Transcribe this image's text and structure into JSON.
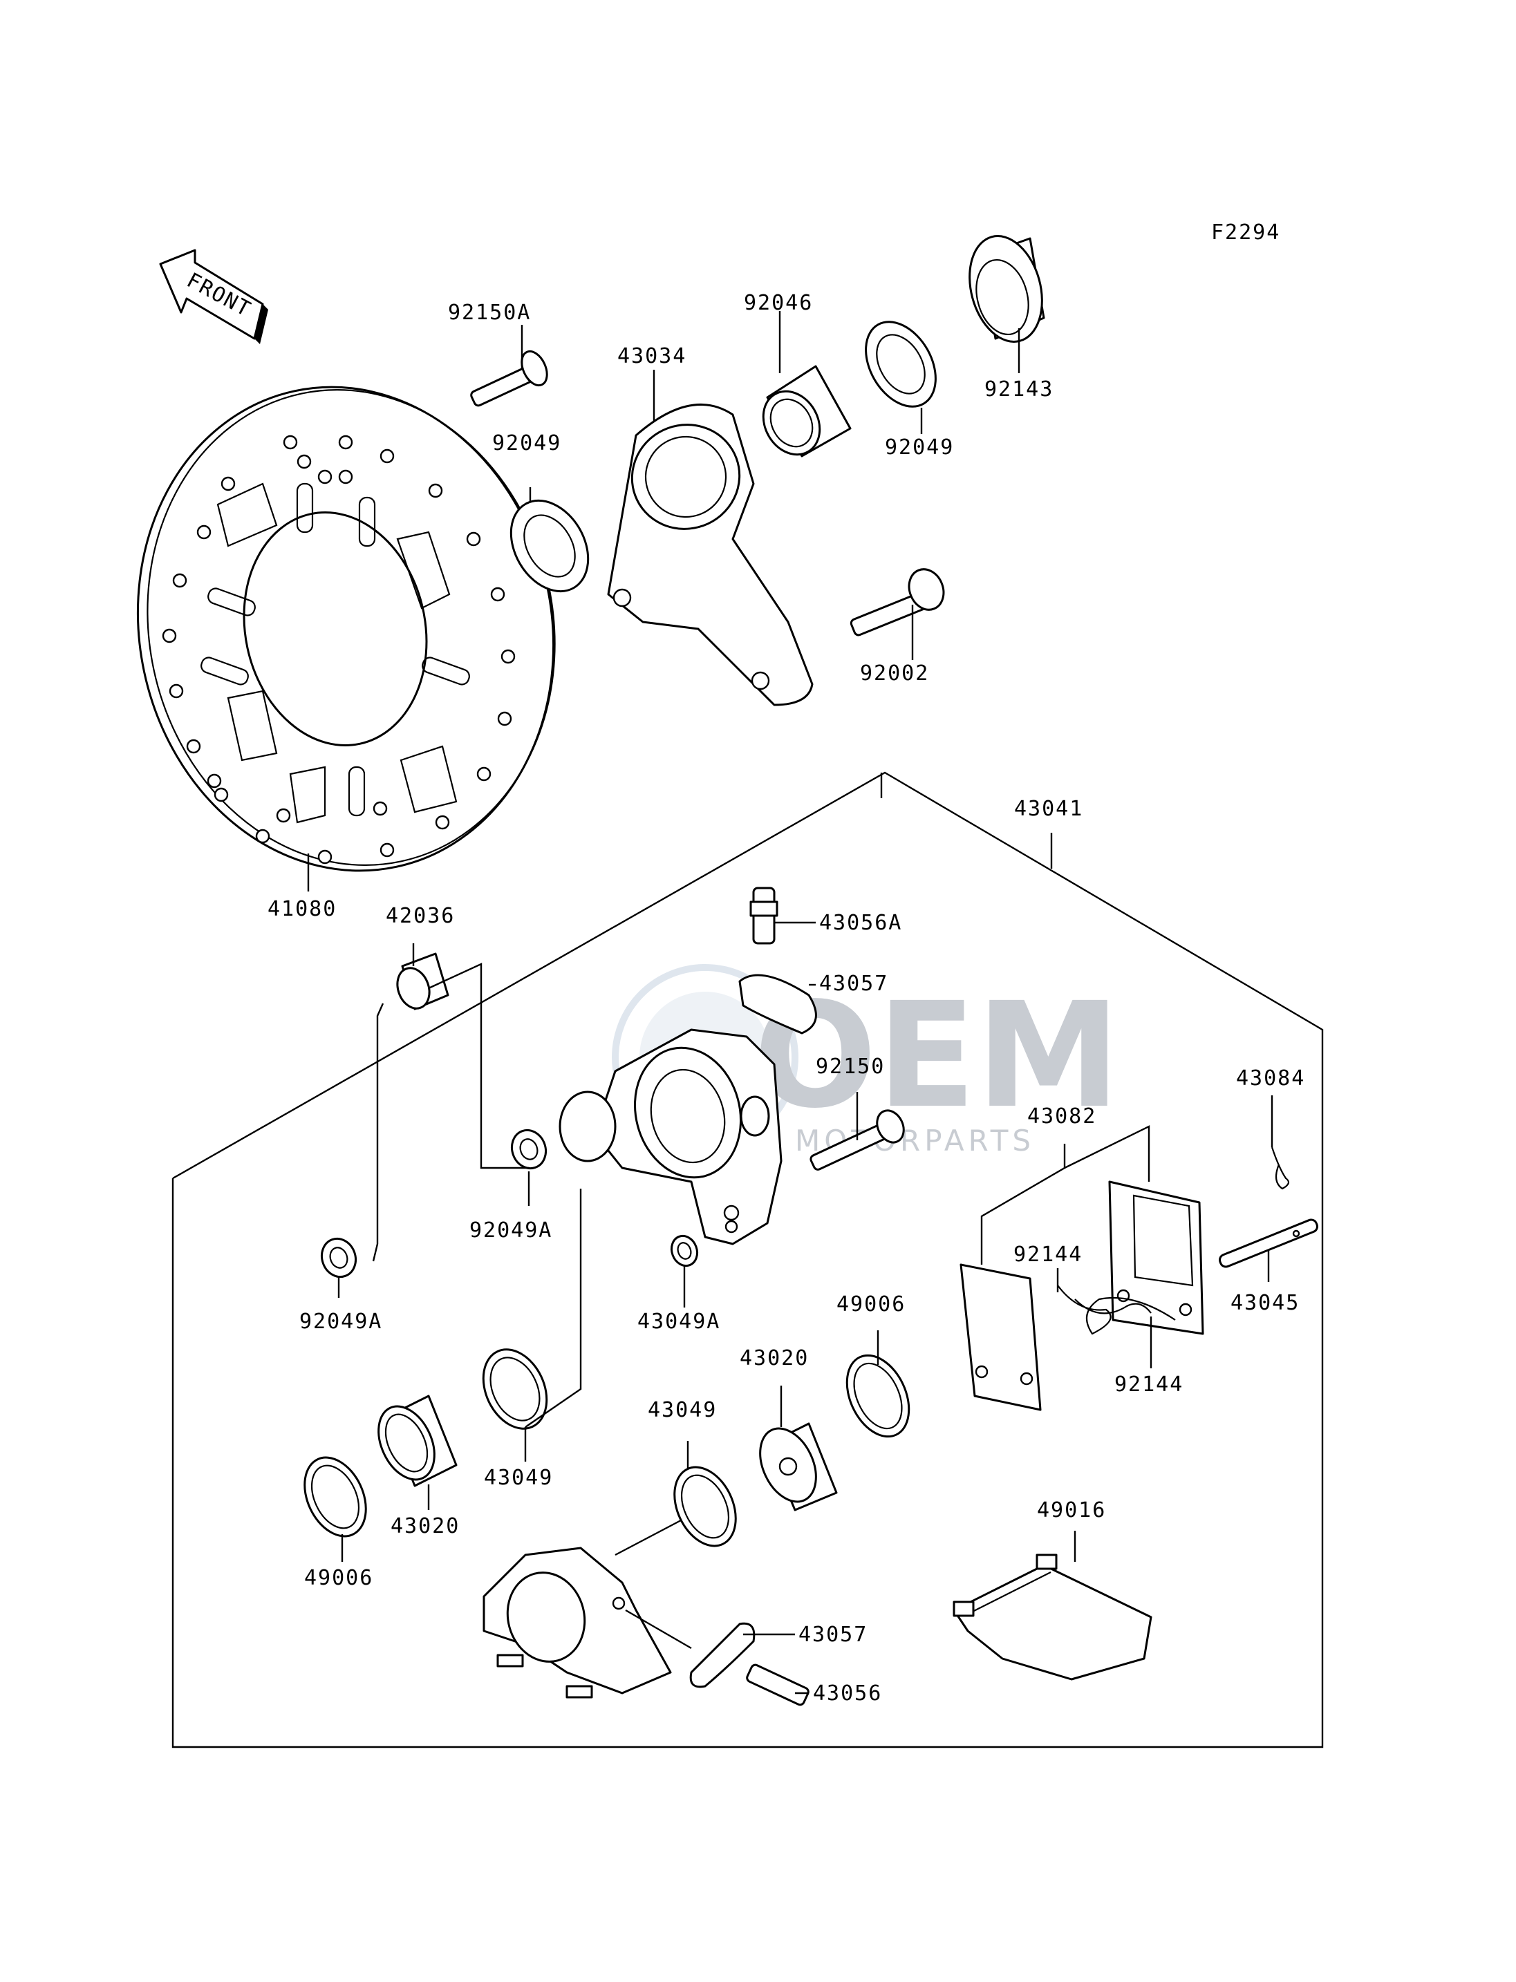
{
  "diagram": {
    "code": "F2294",
    "front_label": "FRONT",
    "watermark": {
      "brand": "OEM",
      "sub": "MOTORPARTS"
    },
    "callouts": {
      "c92150A": "92150A",
      "c43034": "43034",
      "c92046": "92046",
      "c92049_top_right": "92049",
      "c92143": "92143",
      "c92049_left": "92049",
      "c92002": "92002",
      "c41080": "41080",
      "c43041": "43041",
      "c42036": "42036",
      "c43056A": "43056A",
      "c43057_top": "43057",
      "c92150": "92150",
      "c43084": "43084",
      "c43082": "43082",
      "c92049A_mid": "92049A",
      "c92144_upper": "92144",
      "c43045": "43045",
      "c92049A_left": "92049A",
      "c43049A": "43049A",
      "c49006_right": "49006",
      "c92144_lower": "92144",
      "c43020_mid": "43020",
      "c43049_mid": "43049",
      "c43049_left": "43049",
      "c43020_left": "43020",
      "c49016": "49016",
      "c49006_left": "49006",
      "c43057_bottom": "43057",
      "c43056": "43056"
    }
  }
}
